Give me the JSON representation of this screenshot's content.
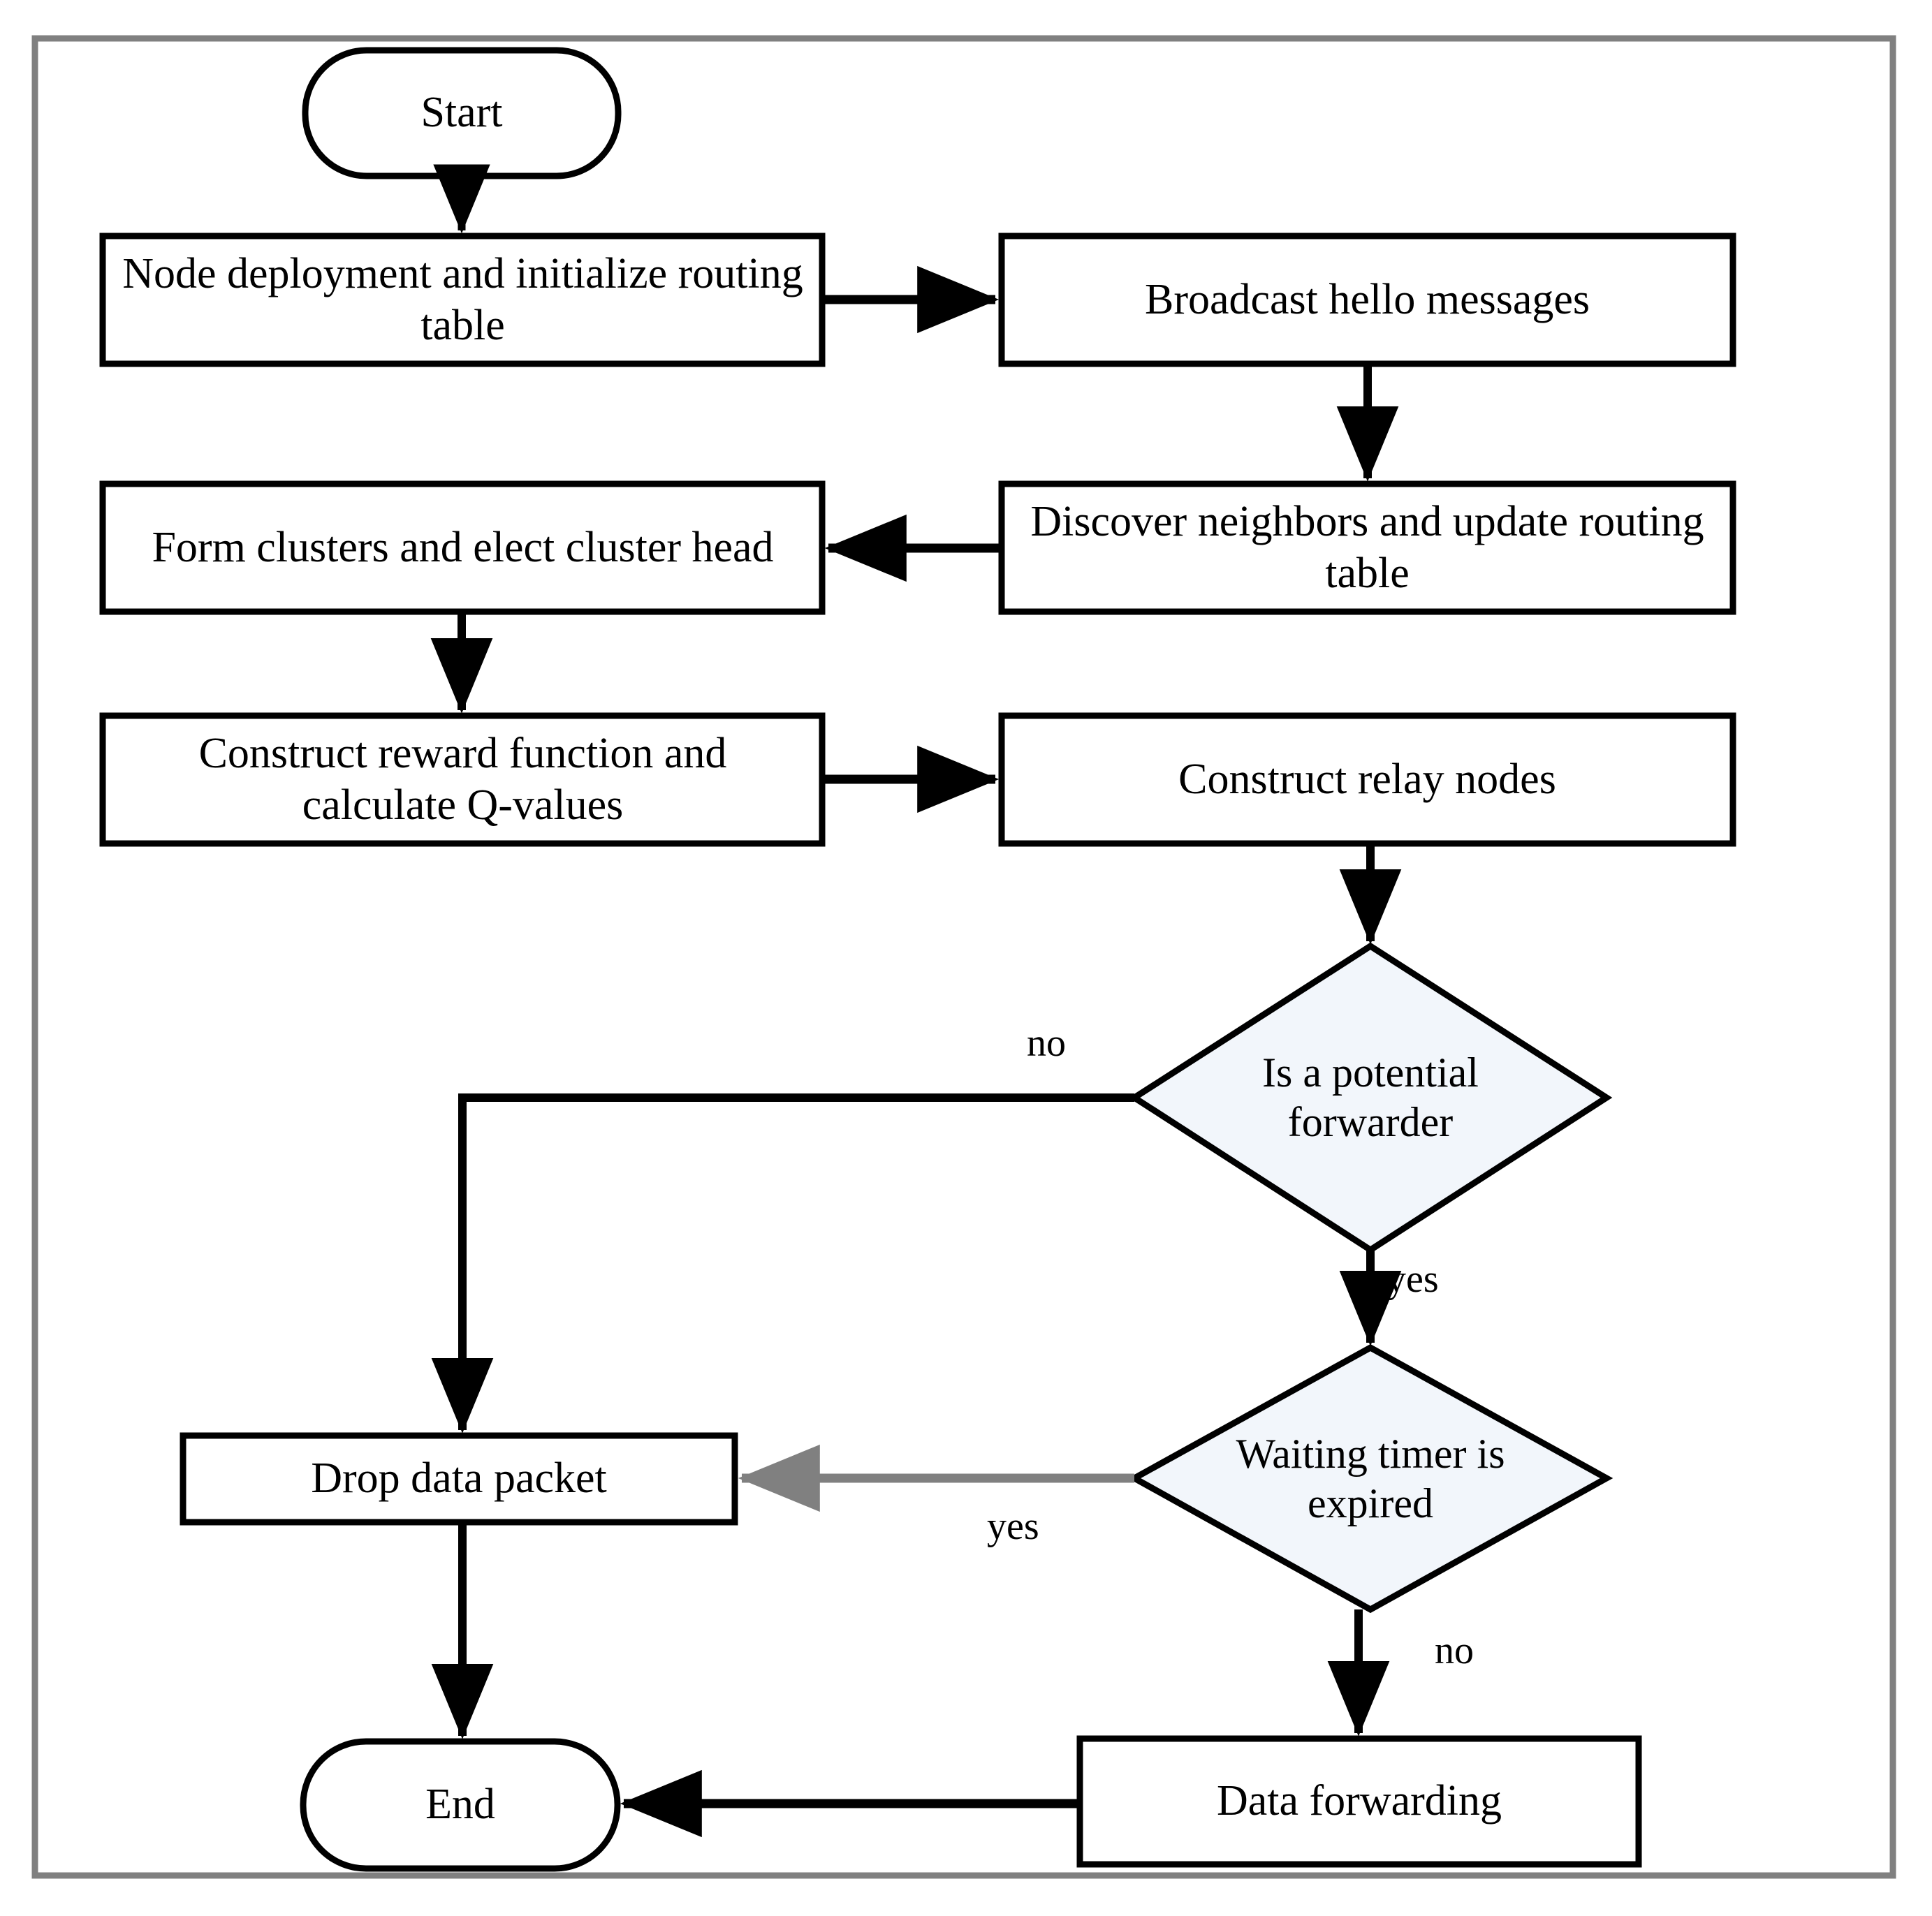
{
  "diagram": {
    "type": "flowchart",
    "title": "",
    "border_color": "#808080",
    "shape_outline_color": "#000000",
    "decision_fill_color": "#f2f6fb",
    "process_fill_color": "#ffffff",
    "arrow_color_primary": "#000000",
    "arrow_color_secondary": "#808080"
  },
  "nodes": [
    {
      "id": "start",
      "label": "Start",
      "shape": "terminal"
    },
    {
      "id": "deploy",
      "label": "Node deployment and initialize routing table",
      "shape": "process"
    },
    {
      "id": "broadcast",
      "label": "Broadcast hello messages",
      "shape": "process"
    },
    {
      "id": "discover",
      "label": "Discover neighbors and update routing table",
      "shape": "process"
    },
    {
      "id": "cluster",
      "label": "Form clusters and elect cluster head",
      "shape": "process"
    },
    {
      "id": "reward",
      "label": "Construct reward function and calculate Q-values",
      "shape": "process"
    },
    {
      "id": "relay",
      "label": "Construct relay nodes",
      "shape": "process"
    },
    {
      "id": "forwarder",
      "label": "Is a potential forwarder",
      "shape": "decision"
    },
    {
      "id": "timer",
      "label": "Waiting timer is expired",
      "shape": "decision"
    },
    {
      "id": "drop",
      "label": "Drop data packet",
      "shape": "process"
    },
    {
      "id": "dataforward",
      "label": "Data forwarding",
      "shape": "process"
    },
    {
      "id": "end",
      "label": "End",
      "shape": "terminal"
    }
  ],
  "edges": [
    {
      "from": "start",
      "to": "deploy",
      "label": ""
    },
    {
      "from": "deploy",
      "to": "broadcast",
      "label": ""
    },
    {
      "from": "broadcast",
      "to": "discover",
      "label": ""
    },
    {
      "from": "discover",
      "to": "cluster",
      "label": ""
    },
    {
      "from": "cluster",
      "to": "reward",
      "label": ""
    },
    {
      "from": "reward",
      "to": "relay",
      "label": ""
    },
    {
      "from": "relay",
      "to": "forwarder",
      "label": ""
    },
    {
      "from": "forwarder",
      "to": "drop",
      "label": "no"
    },
    {
      "from": "forwarder",
      "to": "timer",
      "label": "yes"
    },
    {
      "from": "timer",
      "to": "drop",
      "label": "yes"
    },
    {
      "from": "timer",
      "to": "dataforward",
      "label": "no"
    },
    {
      "from": "drop",
      "to": "end",
      "label": ""
    },
    {
      "from": "dataforward",
      "to": "end",
      "label": ""
    }
  ],
  "edge_labels": {
    "forwarder_no": "no",
    "forwarder_yes": "yes",
    "timer_yes": "yes",
    "timer_no": "no"
  }
}
